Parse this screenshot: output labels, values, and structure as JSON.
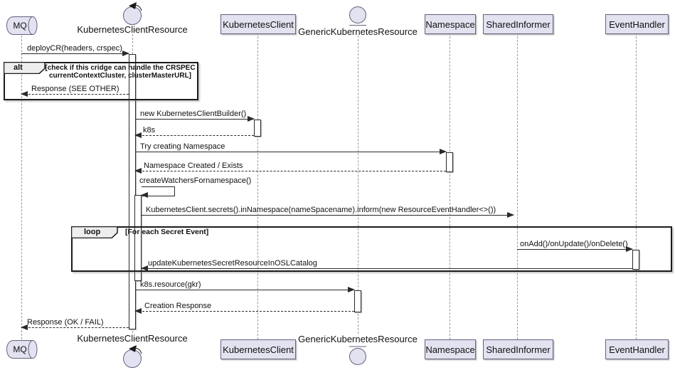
{
  "title": "CRIDGE deploy custom resource sequence diagram",
  "colors": {
    "background": "#FFFFFF",
    "participant_fill": "#E2E2F0",
    "participant_border": "#62627E",
    "fragment_border": "#1B1B1B",
    "fragment_label_fill": "#EEEEEE",
    "lifeline": "#9A9A9A",
    "arrow": "#2A2A2A"
  },
  "participants": {
    "mq": {
      "label": "MQ",
      "icon": "queue-icon"
    },
    "kcr": {
      "label": "KubernetesClientResource",
      "icon": "control-icon"
    },
    "kc": {
      "label": "KubernetesClient",
      "icon": "participant-box"
    },
    "gkr": {
      "label": "GenericKubernetesResource",
      "icon": "entity-icon"
    },
    "ns": {
      "label": "Namespace",
      "icon": "participant-box"
    },
    "si": {
      "label": "SharedInformer",
      "icon": "participant-box"
    },
    "eh": {
      "label": "EventHandler",
      "icon": "participant-box"
    }
  },
  "fragments": {
    "alt": {
      "operator": "alt",
      "guard_line1": "[check if this cridge can handle the CRSPEC",
      "guard_line2": "currentContextCluster, clusterMasterURL]"
    },
    "loop": {
      "operator": "loop",
      "guard": "[For each Secret Event]"
    }
  },
  "messages": [
    {
      "label": "deployCR(headers, crspec)",
      "from": "MQ",
      "to": "KubernetesClientResource",
      "type": "sync"
    },
    {
      "label": "Response (SEE OTHER)",
      "from": "KubernetesClientResource",
      "to": "MQ",
      "type": "return"
    },
    {
      "label": "new KubernetesClientBuilder()",
      "from": "KubernetesClientResource",
      "to": "KubernetesClient",
      "type": "sync"
    },
    {
      "label": "k8s",
      "from": "KubernetesClient",
      "to": "KubernetesClientResource",
      "type": "return"
    },
    {
      "label": "Try creating Namespace",
      "from": "KubernetesClientResource",
      "to": "Namespace",
      "type": "sync"
    },
    {
      "label": "Namespace Created / Exists",
      "from": "Namespace",
      "to": "KubernetesClientResource",
      "type": "return"
    },
    {
      "label": "createWatchersFornamespace()",
      "from": "KubernetesClientResource",
      "to": "KubernetesClientResource",
      "type": "self"
    },
    {
      "label": "KubernetesClient.secrets().inNamespace(nameSpacename).inform(new ResourceEventHandler<>())",
      "from": "KubernetesClientResource",
      "to": "SharedInformer",
      "type": "sync"
    },
    {
      "label": "onAdd()/onUpdate()/onDelete()",
      "from": "SharedInformer",
      "to": "EventHandler",
      "type": "sync"
    },
    {
      "label": "updateKubernetesSecretResourceInOSLCatalog",
      "from": "EventHandler",
      "to": "KubernetesClientResource",
      "type": "sync"
    },
    {
      "label": "k8s.resource(gkr)",
      "from": "KubernetesClientResource",
      "to": "GenericKubernetesResource",
      "type": "sync"
    },
    {
      "label": "Creation Response",
      "from": "GenericKubernetesResource",
      "to": "KubernetesClientResource",
      "type": "return"
    },
    {
      "label": "Response (OK / FAIL)",
      "from": "KubernetesClientResource",
      "to": "MQ",
      "type": "return"
    }
  ]
}
